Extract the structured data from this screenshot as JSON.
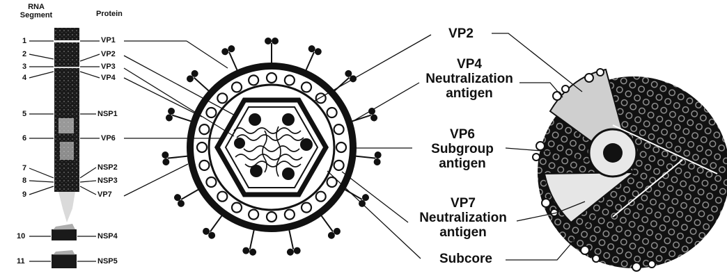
{
  "header": {
    "rna_line1": "RNA",
    "rna_line2": "Segment",
    "protein": "Protein"
  },
  "segments": [
    "1",
    "2",
    "3",
    "4",
    "5",
    "6",
    "7",
    "8",
    "9",
    "10",
    "11"
  ],
  "proteins": [
    "VP1",
    "VP2",
    "VP3",
    "VP4",
    "NSP1",
    "VP6",
    "NSP2",
    "NSP3",
    "VP7",
    "NSP4",
    "NSP5"
  ],
  "labels": {
    "vp2": "VP2",
    "vp4_line1": "VP4",
    "vp4_line2": "Neutralization",
    "vp4_line3": "antigen",
    "vp6_line1": "VP6",
    "vp6_line2": "Subgroup",
    "vp6_line3": "antigen",
    "vp7_line1": "VP7",
    "vp7_line2": "Neutralization",
    "vp7_line3": "antigen",
    "subcore": "Subcore"
  },
  "colors": {
    "ink": "#111111",
    "paper": "#ffffff",
    "gray": "#8a8a8a"
  }
}
